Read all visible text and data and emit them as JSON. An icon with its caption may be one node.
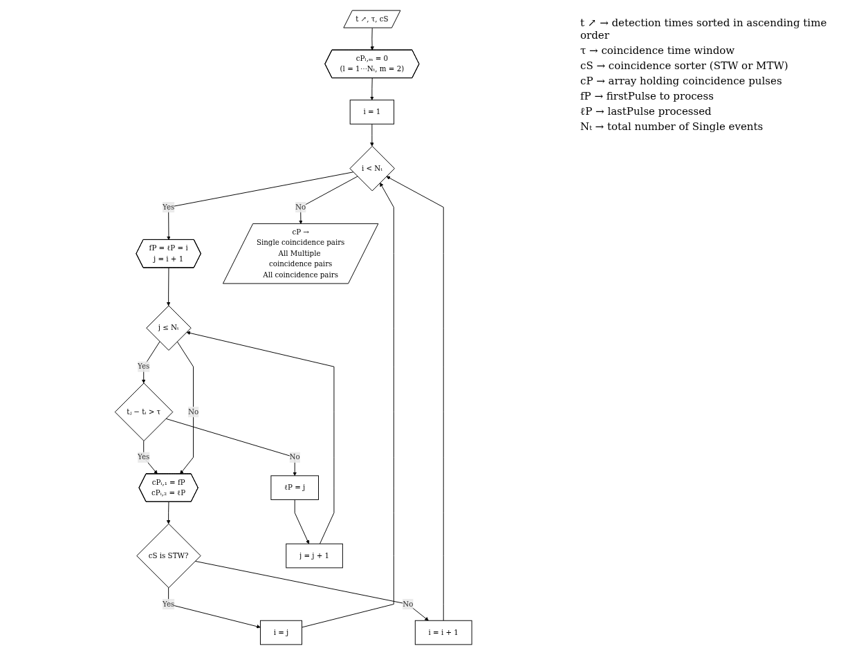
{
  "diagram": {
    "nodes": [
      {
        "text": [
          "t ↗, τ, cS"
        ]
      },
      {
        "text": [
          "cPₗ,ₘ = 0",
          "(l = 1⋯Nₜ, m = 2)"
        ]
      },
      {
        "text": [
          "i = 1"
        ]
      },
      {
        "text": [
          "i < Nₜ"
        ]
      },
      {
        "text": [
          "fP = ℓP = i",
          "j = i + 1"
        ]
      },
      {
        "text": [
          "j ≤ Nₜ"
        ]
      },
      {
        "text": [
          "tⱼ − tᵢ > τ"
        ]
      },
      {
        "text": [
          "cPᵢ,₁ = fP",
          "cPᵢ,₂ = ℓP"
        ]
      },
      {
        "text": [
          "cS is STW?"
        ]
      },
      {
        "text": [
          "i = j"
        ]
      },
      {
        "text": [
          "i = i + 1"
        ]
      },
      {
        "text": [
          "ℓP = j"
        ]
      },
      {
        "text": [
          "j = j + 1"
        ]
      },
      {
        "text": [
          "cP →",
          "Single coincidence pairs",
          "All Multiple coincidence pairs",
          "All coincidence pairs"
        ]
      }
    ],
    "edges": [
      {
        "from": 0,
        "to": 1,
        "arrow": "to"
      },
      {
        "from": 1,
        "to": 2,
        "arrow": "to"
      },
      {
        "from": 2,
        "to": 3,
        "arrow": "to"
      },
      {
        "from": 3,
        "to": 4,
        "arrow": "to",
        "label": "Yes"
      },
      {
        "from": 4,
        "to": 5,
        "arrow": "to"
      },
      {
        "from": 5,
        "to": 6,
        "arrow": "to",
        "label": "Yes"
      },
      {
        "from": 6,
        "to": 7,
        "arrow": "to",
        "label": "Yes"
      },
      {
        "from": 5,
        "to": 7,
        "arrow": "to",
        "label": "No"
      },
      {
        "from": 6,
        "to": 11,
        "arrow": "to",
        "label": "No"
      },
      {
        "from": 11,
        "to": 12,
        "arrow": "to"
      },
      {
        "from": 12,
        "to": 5,
        "arrow": "to"
      },
      {
        "from": 7,
        "to": 8,
        "arrow": "to"
      },
      {
        "from": 8,
        "to": 9,
        "arrow": "to",
        "label": "Yes"
      },
      {
        "from": 8,
        "to": 10,
        "arrow": "to",
        "label": "No"
      },
      {
        "from": 9,
        "to": 3,
        "arrow": "to"
      },
      {
        "from": 10,
        "to": 3,
        "arrow": "to"
      },
      {
        "from": 3,
        "to": 13,
        "arrow": "to",
        "label": "No"
      }
    ],
    "labels": [
      "t ↗ → detection times sorted in ascending time order",
      "τ → coincidence time window",
      "cS → coincidence sorter (STW or MTW)",
      "cP → array holding coincidence pulses",
      "fP → firstPulse to process",
      "ℓP → lastPulse processed",
      "Nₜ → total number of Single events"
    ]
  }
}
